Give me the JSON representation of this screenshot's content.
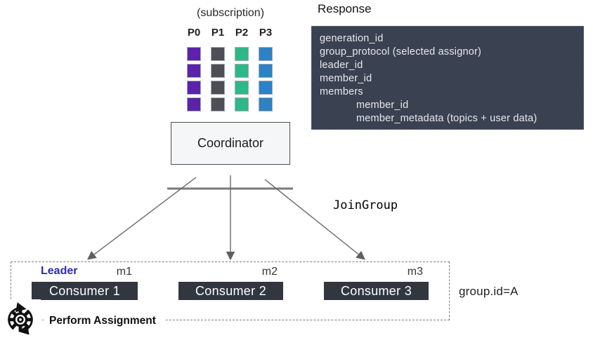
{
  "colors": {
    "response_box_bg": "#3a4150",
    "response_text": "#e8eaee",
    "consumer_box_bg": "#32373f",
    "consumer_text": "#ffffff",
    "leader_text": "#2a2ab5",
    "coordinator_bg": "#f5f6f8",
    "line": "#6a6a6a"
  },
  "subscription": {
    "label": "(subscription)",
    "partitions": [
      {
        "label": "P0",
        "color": "#5a23aa"
      },
      {
        "label": "P1",
        "color": "#4e4e57"
      },
      {
        "label": "P2",
        "color": "#2fb887"
      },
      {
        "label": "P3",
        "color": "#2d81c4"
      }
    ],
    "rows": 4
  },
  "response": {
    "title": "Response",
    "lines": [
      {
        "text": "generation_id",
        "indent": false
      },
      {
        "text": "group_protocol (selected assignor)",
        "indent": false
      },
      {
        "text": "leader_id",
        "indent": false
      },
      {
        "text": "member_id",
        "indent": false
      },
      {
        "text": "members",
        "indent": false
      },
      {
        "text": "member_id",
        "indent": true
      },
      {
        "text": "member_metadata (topics + user data)",
        "indent": true
      }
    ]
  },
  "coordinator": {
    "label": "Coordinator"
  },
  "join_group": {
    "label": "JoinGroup"
  },
  "group": {
    "id_label": "group.id=A",
    "leader_label": "Leader",
    "members": [
      {
        "id": "m1",
        "consumer": "Consumer 1",
        "is_leader": true
      },
      {
        "id": "m2",
        "consumer": "Consumer 2",
        "is_leader": false
      },
      {
        "id": "m3",
        "consumer": "Consumer 3",
        "is_leader": false
      }
    ]
  },
  "perform_assignment": {
    "label": "Perform Assignment"
  }
}
